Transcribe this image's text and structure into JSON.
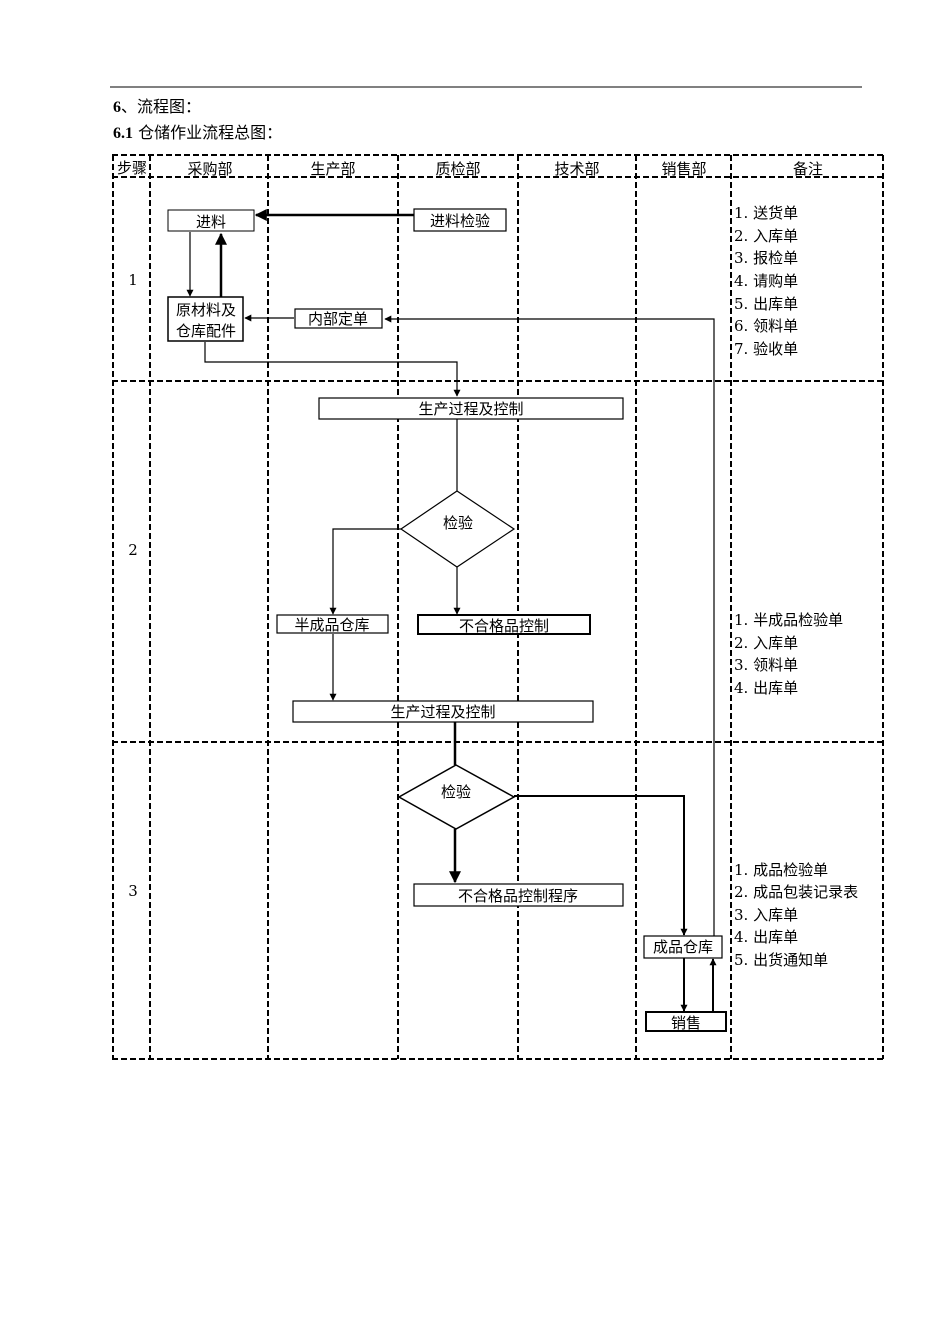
{
  "section_heading": {
    "number": "6",
    "separator": "、",
    "text": "流程图："
  },
  "subsection_heading": {
    "number": "6.1",
    "text": "仓储作业流程总图："
  },
  "diagram": {
    "columns": {
      "step": "步骤",
      "purchasing": "采购部",
      "production": "生产部",
      "qc": "质检部",
      "technical": "技术部",
      "sales": "销售部",
      "remarks": "备注"
    },
    "steps": [
      "1",
      "2",
      "3"
    ],
    "nodes": {
      "incoming": "进料",
      "incoming_inspection": "进料检验",
      "raw_materials_line1": "原材料及",
      "raw_materials_line2": "仓库配件",
      "internal_order": "内部定单",
      "production_control_1": "生产过程及控制",
      "inspection_1": "检验",
      "semi_finished_warehouse": "半成品仓库",
      "nonconforming_control": "不合格品控制",
      "production_control_2": "生产过程及控制",
      "inspection_2": "检验",
      "nonconforming_procedure": "不合格品控制程序",
      "finished_warehouse": "成品仓库",
      "sales": "销售"
    },
    "remarks": {
      "step1": [
        "1. 送货单",
        "2. 入库单",
        "3. 报检单",
        "4. 请购单",
        "5. 出库单",
        "6. 领料单",
        "7. 验收单"
      ],
      "step2": [
        "1. 半成品检验单",
        "2. 入库单",
        "3. 领料单",
        "4. 出库单"
      ],
      "step3": [
        "1. 成品检验单",
        "2. 成品包装记录表",
        "3. 入库单",
        "4. 出库单",
        "5. 出货通知单"
      ]
    }
  }
}
